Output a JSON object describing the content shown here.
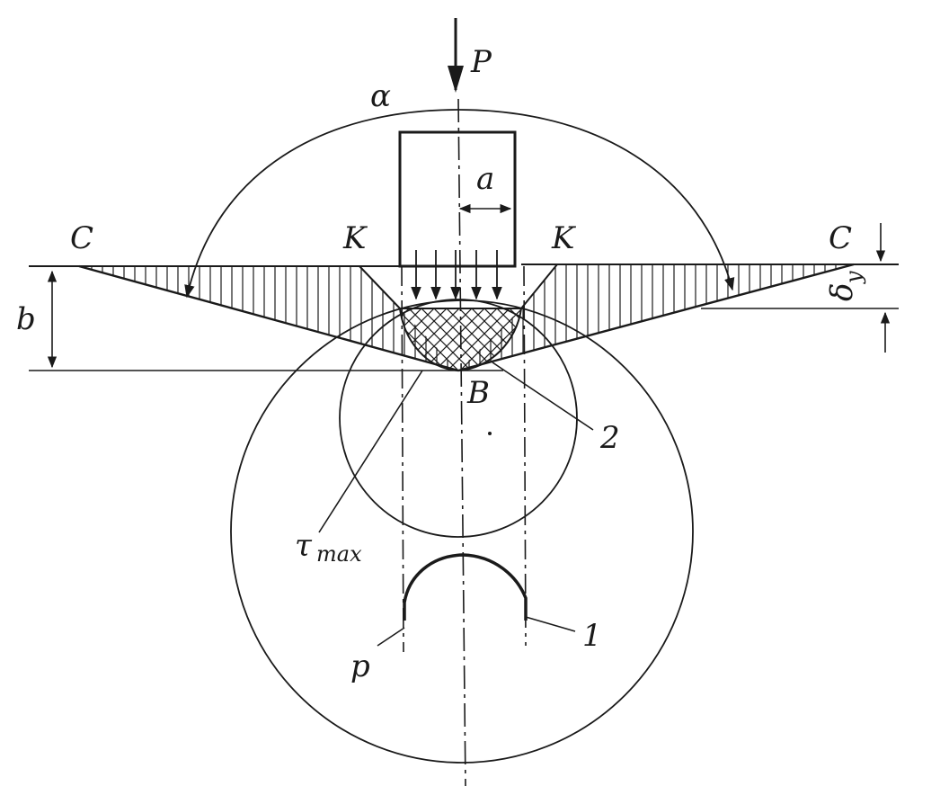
{
  "labels": {
    "load": "P",
    "arc": "α",
    "width": "a",
    "left_c": "C",
    "right_c": "C",
    "left_k": "K",
    "right_k": "K",
    "depth": "b",
    "delta": "δ",
    "delta_sub": "y",
    "point_b": "B",
    "callout_2": "2",
    "tau": "τ",
    "tau_sub": "max",
    "callout_p": "p",
    "callout_1": "1"
  }
}
